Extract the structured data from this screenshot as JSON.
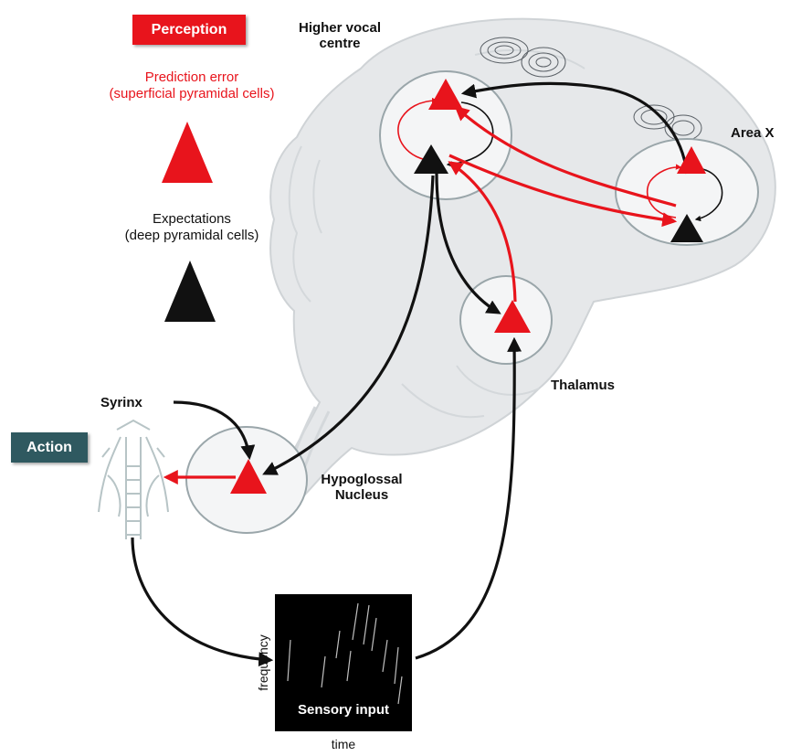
{
  "legend": {
    "perception_badge": "Perception",
    "prediction_error_line1": "Prediction error",
    "prediction_error_line2": "(superficial pyramidal cells)",
    "expectations_line1": "Expectations",
    "expectations_line2": "(deep pyramidal cells)"
  },
  "action_badge": "Action",
  "regions": {
    "higher_vocal_centre_line1": "Higher vocal",
    "higher_vocal_centre_line2": "centre",
    "area_x": "Area X",
    "thalamus": "Thalamus",
    "hypoglossal_line1": "Hypoglossal",
    "hypoglossal_line2": "Nucleus",
    "syrinx": "Syrinx"
  },
  "spectrogram": {
    "title": "Sensory input",
    "y_axis_label": "frequency",
    "x_axis_label": "time"
  },
  "colors": {
    "prediction_error": "#e8141c",
    "expectation": "#111111",
    "brain": "#e6e8ea",
    "action_badge": "#2f5960"
  }
}
